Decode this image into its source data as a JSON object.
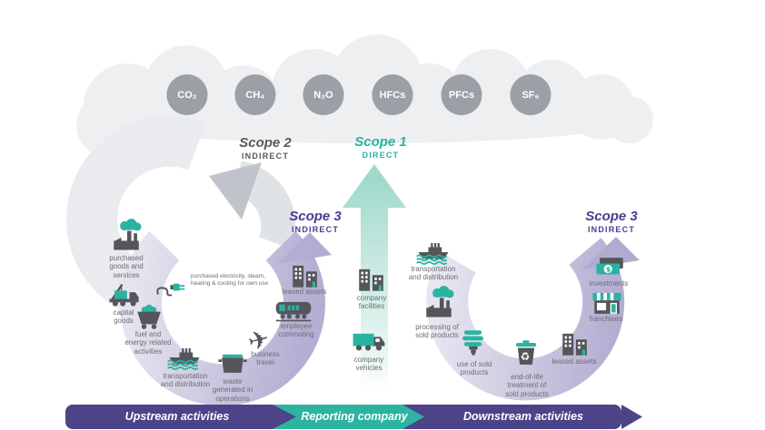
{
  "gases": [
    "CO₂",
    "CH₄",
    "N₂O",
    "HFCs",
    "PFCs",
    "SF₆"
  ],
  "scopes": {
    "scope2": {
      "title": "Scope 2",
      "subtitle": "INDIRECT"
    },
    "scope1": {
      "title": "Scope 1",
      "subtitle": "DIRECT"
    },
    "scope3_upstream": {
      "title": "Scope 3",
      "subtitle": "INDIRECT"
    },
    "scope3_downstream": {
      "title": "Scope 3",
      "subtitle": "INDIRECT"
    }
  },
  "upstream_activities": {
    "purchased_goods": "purchased\ngoods and\nservices",
    "capital_goods": "capital\ngoods",
    "fuel_energy": "fuel and\nenergy related\nactivities",
    "transportation": "transportation\nand distribution",
    "waste": "waste\ngenerated in\noperations",
    "business_travel": "business\ntravel",
    "employee_commuting": "employee\ncommuting",
    "leased_assets": "leased assets",
    "purchased_electricity": "purchased electricity, steam,\nheating & cooling for own use"
  },
  "reporting_company": {
    "company_facilities": "company\nfacilities",
    "company_vehicles": "company\nvehicles"
  },
  "downstream_activities": {
    "transportation": "transportation\nand distribution",
    "processing": "processing of\nsold products",
    "use_of_sold": "use of sold\nproducts",
    "end_of_life": "end-of-life\ntreatment of\nsold products",
    "leased_assets": "leased assets",
    "franchises": "franchises",
    "investments": "investments"
  },
  "footer": {
    "upstream": "Upstream activities",
    "reporting": "Reporting company",
    "downstream": "Downstream activities"
  },
  "icons": {
    "factory_emissions": "factory-with-cloud",
    "crane_truck": "crane-truck",
    "mine_cart": "mine-cart",
    "cargo_ship": "cargo-ship",
    "waste_container": "waste-container",
    "airplane": "airplane",
    "commuter_train": "train",
    "office_buildings": "buildings",
    "power_plug": "power-plug",
    "delivery_truck": "box-truck",
    "cfl_bulb": "cfl-bulb",
    "recycle_bin": "recycle-bin",
    "storefront": "storefront",
    "money_bills": "dollar-bills"
  },
  "colors": {
    "teal": "#2bb3a1",
    "scope_purple": "#473e92",
    "bar_purple": "#4c4389",
    "dark_gray": "#58595b",
    "label_gray": "#6c6d70",
    "gas_circle": "#9ba0a7",
    "lavender": "#b5aed3",
    "cloud": "#edeff1"
  }
}
